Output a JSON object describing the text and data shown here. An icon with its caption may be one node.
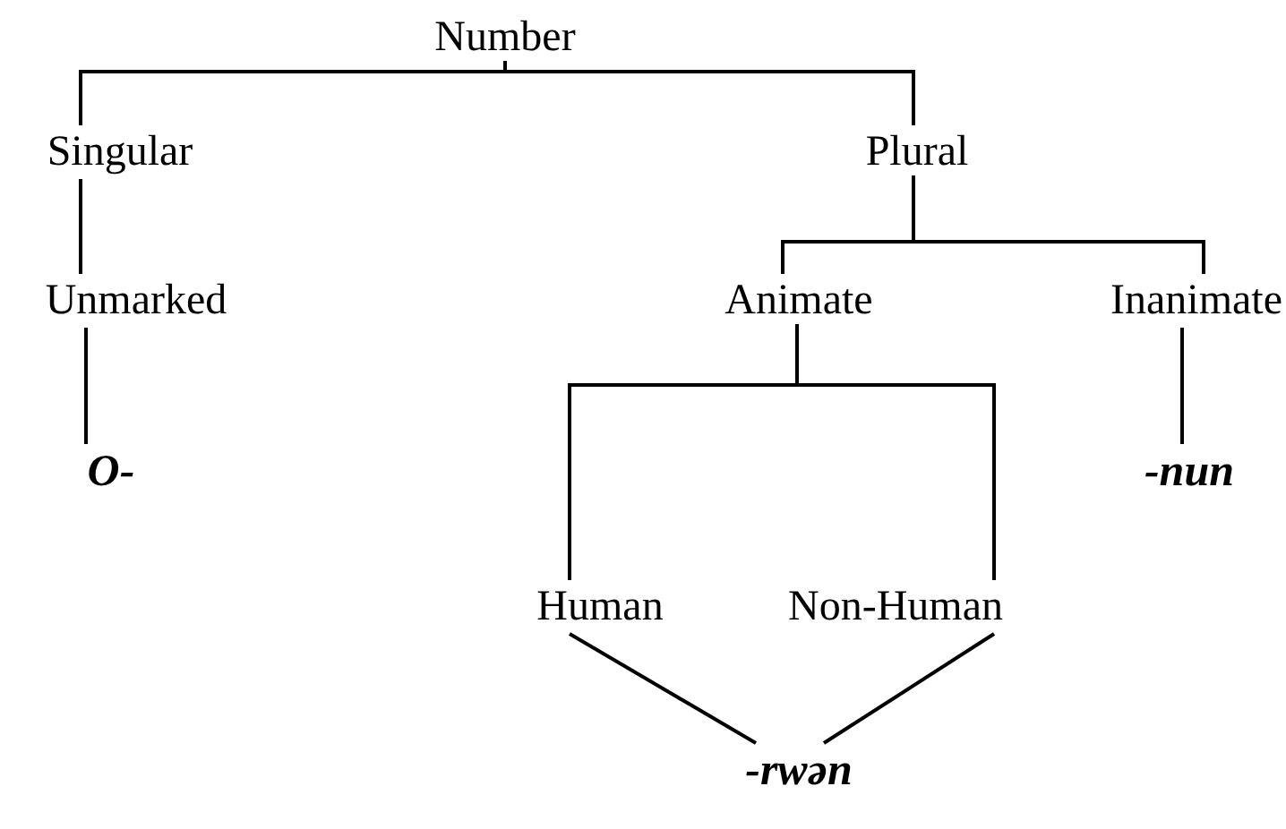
{
  "diagram": {
    "nodes": [
      {
        "text": [
          "Number"
        ]
      },
      {
        "text": [
          "Singular"
        ]
      },
      {
        "text": [
          "Plural"
        ]
      },
      {
        "text": [
          "Unmarked"
        ]
      },
      {
        "text": [
          "O-"
        ]
      },
      {
        "text": [
          "Animate"
        ]
      },
      {
        "text": [
          "Inanimate"
        ]
      },
      {
        "text": [
          "-nun"
        ]
      },
      {
        "text": [
          "Human"
        ]
      },
      {
        "text": [
          "Non-Human"
        ]
      },
      {
        "text": [
          "-rwən"
        ]
      }
    ],
    "edges": [
      {
        "from": 0,
        "to": 1,
        "arrow": "none"
      },
      {
        "from": 0,
        "to": 2,
        "arrow": "none"
      },
      {
        "from": 1,
        "to": 3,
        "arrow": "none"
      },
      {
        "from": 3,
        "to": 4,
        "arrow": "none"
      },
      {
        "from": 2,
        "to": 5,
        "arrow": "none"
      },
      {
        "from": 2,
        "to": 6,
        "arrow": "none"
      },
      {
        "from": 6,
        "to": 7,
        "arrow": "none"
      },
      {
        "from": 5,
        "to": 8,
        "arrow": "none"
      },
      {
        "from": 5,
        "to": 9,
        "arrow": "none"
      },
      {
        "from": 8,
        "to": 10,
        "arrow": "none"
      },
      {
        "from": 9,
        "to": 10,
        "arrow": "none"
      }
    ]
  }
}
